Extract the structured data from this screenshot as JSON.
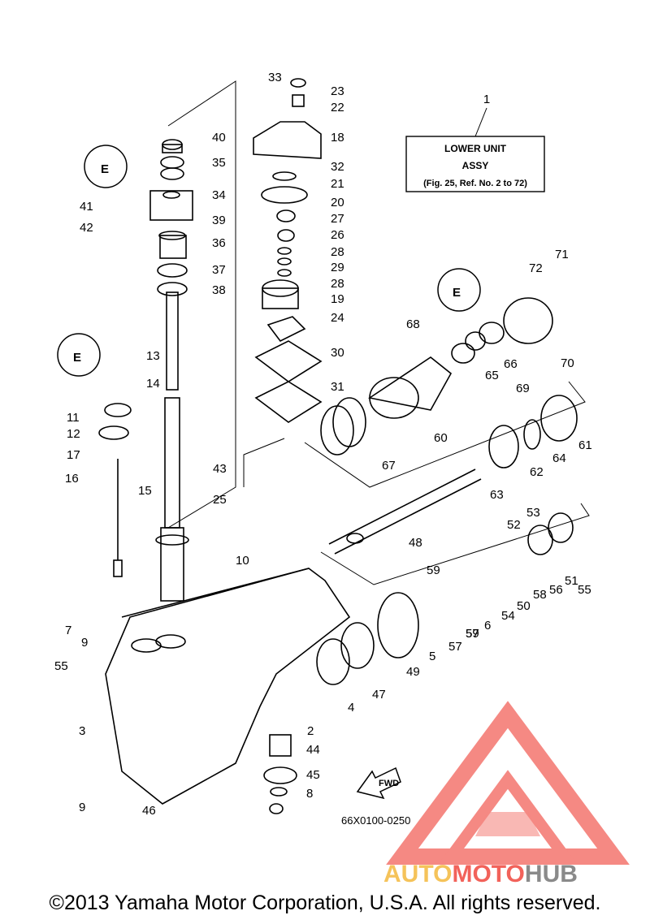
{
  "diagram": {
    "assy_box": {
      "ref_number": "1",
      "line1": "LOWER UNIT",
      "line2": "ASSY",
      "line3": "(Fig. 25, Ref. No. 2 to 72)"
    },
    "callouts": [
      "33",
      "23",
      "22",
      "18",
      "40",
      "35",
      "32",
      "21",
      "20",
      "41",
      "34",
      "42",
      "39",
      "27",
      "26",
      "36",
      "28",
      "37",
      "29",
      "28b",
      "38",
      "19",
      "24",
      "68",
      "71",
      "72",
      "13",
      "30",
      "14",
      "65",
      "66",
      "70",
      "31",
      "11",
      "69",
      "12",
      "60",
      "17",
      "61",
      "67",
      "16",
      "15",
      "43",
      "62",
      "64",
      "25",
      "63",
      "53",
      "10",
      "52",
      "48",
      "59",
      "7",
      "9",
      "57",
      "56",
      "58",
      "51",
      "55",
      "54",
      "6",
      "55b",
      "50",
      "57b",
      "59b",
      "5",
      "4",
      "47",
      "49",
      "2",
      "3",
      "44",
      "45",
      "8",
      "9b",
      "46"
    ],
    "fwd_label": "FWD",
    "diagram_code": "66X0100-0250",
    "badge_letters": [
      "E",
      "E",
      "E"
    ]
  },
  "watermark": {
    "part1": "AUTO",
    "part2": "MOTO",
    "part3": "HUB",
    "colors": {
      "triangle": "#f2625a",
      "auto": "#f5c35a",
      "moto": "#f2625a",
      "hub": "#8a8a8a"
    }
  },
  "footer": {
    "copyright": "©2013 Yamaha Motor Corporation, U.S.A. All rights reserved."
  }
}
